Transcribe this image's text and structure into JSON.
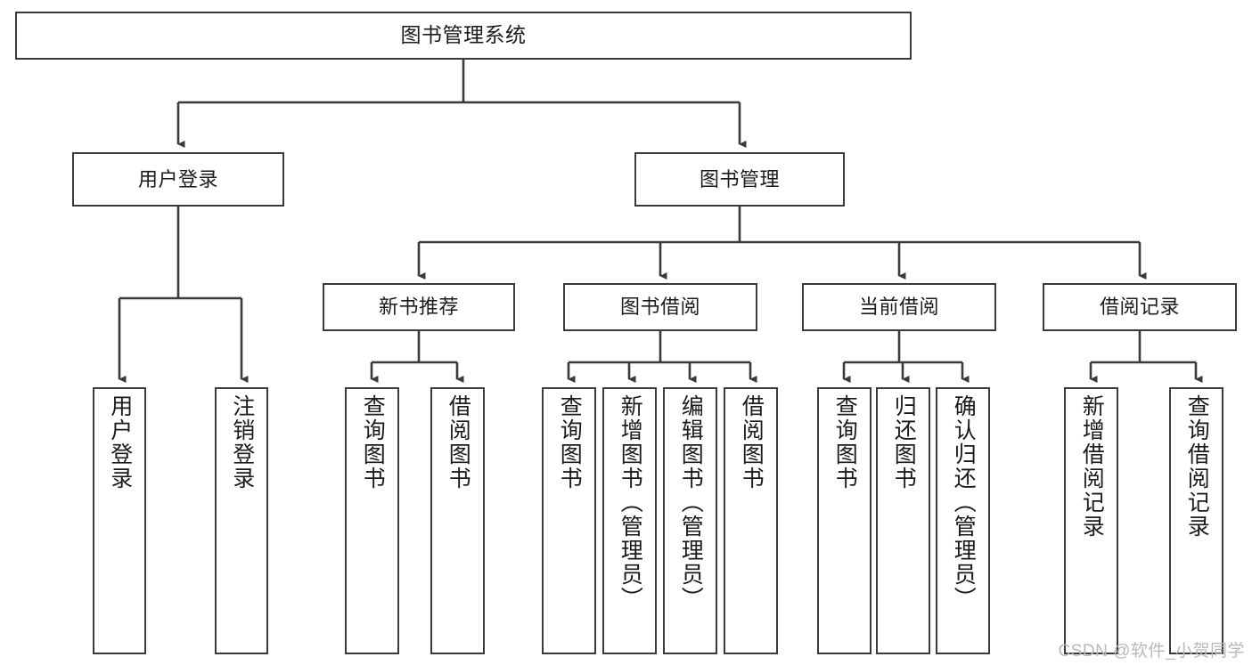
{
  "diagram": {
    "title": "图书管理系统",
    "type": "tree",
    "stroke_color": "#3a3a3a",
    "fill_color": "#ffffff",
    "text_color": "#1b1b1b",
    "watermark": "CSDN @软件_小贺同学",
    "root": {
      "label": "图书管理系统"
    },
    "level2": [
      {
        "label": "用户登录"
      },
      {
        "label": "图书管理"
      }
    ],
    "level3": [
      {
        "label": "新书推荐"
      },
      {
        "label": "图书借阅"
      },
      {
        "label": "当前借阅"
      },
      {
        "label": "借阅记录"
      }
    ],
    "leaves": {
      "user_login": [
        {
          "label": "用户登录"
        },
        {
          "label": "注销登录"
        }
      ],
      "new_book": [
        {
          "label": "查询图书"
        },
        {
          "label": "借阅图书"
        }
      ],
      "book_borrow": [
        {
          "label": "查询图书"
        },
        {
          "label": "新增图书（管理员）"
        },
        {
          "label": "编辑图书（管理员）"
        },
        {
          "label": "借阅图书"
        }
      ],
      "current_borrow": [
        {
          "label": "查询图书"
        },
        {
          "label": "归还图书"
        },
        {
          "label": "确认归还（管理员）"
        }
      ],
      "borrow_record": [
        {
          "label": "新增借阅记录"
        },
        {
          "label": "查询借阅记录"
        }
      ]
    }
  }
}
